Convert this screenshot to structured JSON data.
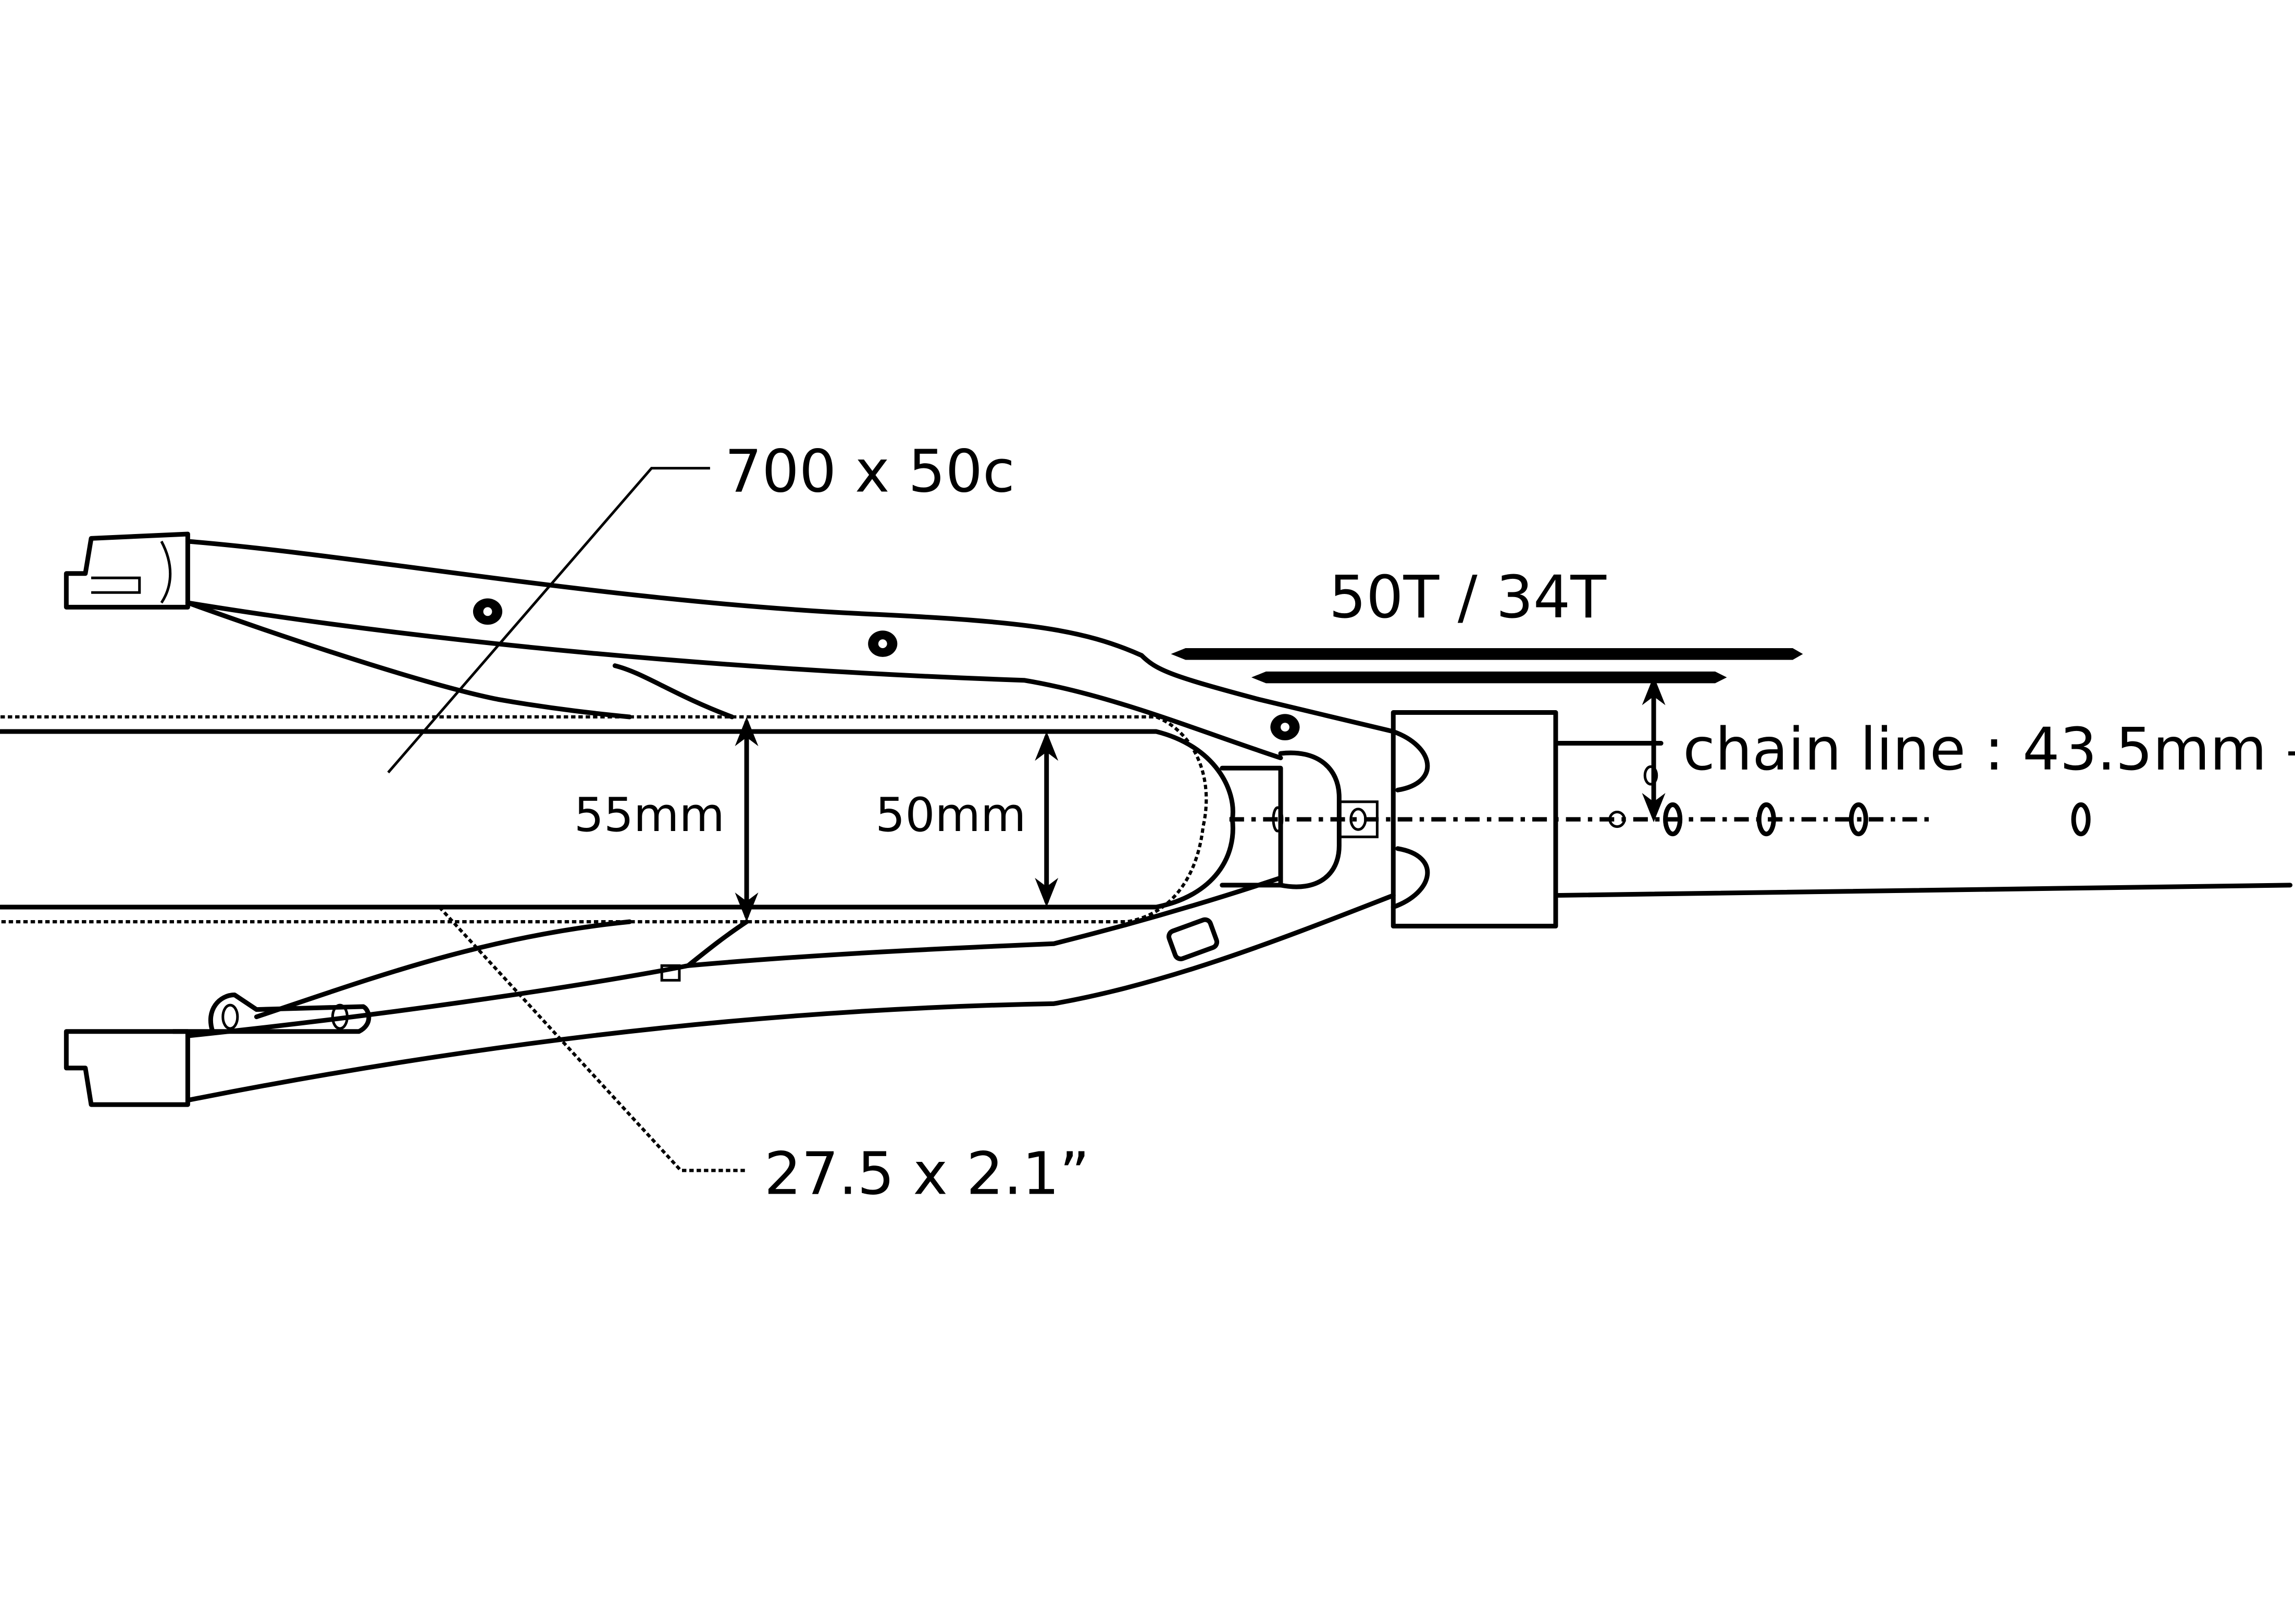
{
  "labels": {
    "road_tire": "700 x 50c",
    "mtb_tire": "27.5 x 2.1”",
    "chainrings": "50T / 34T",
    "chain_line": "chain line : 43.5mm –",
    "clearance_outer": "55mm",
    "clearance_inner": "50mm"
  },
  "colors": {
    "ink": "#000000",
    "background": "#ffffff"
  }
}
